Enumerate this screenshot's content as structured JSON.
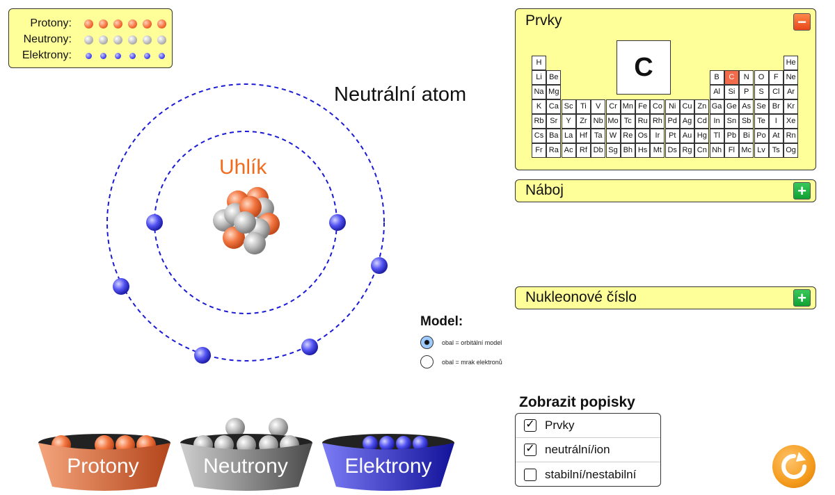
{
  "legend": {
    "protons_label": "Protony:",
    "neutrons_label": "Neutrony:",
    "electrons_label": "Elektrony:",
    "protons_count": 6,
    "neutrons_count": 6,
    "electrons_count": 6
  },
  "atom": {
    "status_title": "Neutrální atom",
    "element_name": "Uhlík"
  },
  "elements_panel": {
    "title": "Prvky",
    "toggle": "−",
    "selected_symbol": "C",
    "table": [
      {
        "s": "H",
        "r": 0,
        "c": 0
      },
      {
        "s": "He",
        "r": 0,
        "c": 17
      },
      {
        "s": "Li",
        "r": 1,
        "c": 0
      },
      {
        "s": "Be",
        "r": 1,
        "c": 1
      },
      {
        "s": "B",
        "r": 1,
        "c": 12
      },
      {
        "s": "C",
        "r": 1,
        "c": 13
      },
      {
        "s": "N",
        "r": 1,
        "c": 14
      },
      {
        "s": "O",
        "r": 1,
        "c": 15
      },
      {
        "s": "F",
        "r": 1,
        "c": 16
      },
      {
        "s": "Ne",
        "r": 1,
        "c": 17
      },
      {
        "s": "Na",
        "r": 2,
        "c": 0
      },
      {
        "s": "Mg",
        "r": 2,
        "c": 1
      },
      {
        "s": "Al",
        "r": 2,
        "c": 12
      },
      {
        "s": "Si",
        "r": 2,
        "c": 13
      },
      {
        "s": "P",
        "r": 2,
        "c": 14
      },
      {
        "s": "S",
        "r": 2,
        "c": 15
      },
      {
        "s": "Cl",
        "r": 2,
        "c": 16
      },
      {
        "s": "Ar",
        "r": 2,
        "c": 17
      },
      {
        "s": "K",
        "r": 3,
        "c": 0
      },
      {
        "s": "Ca",
        "r": 3,
        "c": 1
      },
      {
        "s": "Sc",
        "r": 3,
        "c": 2
      },
      {
        "s": "Ti",
        "r": 3,
        "c": 3
      },
      {
        "s": "V",
        "r": 3,
        "c": 4
      },
      {
        "s": "Cr",
        "r": 3,
        "c": 5
      },
      {
        "s": "Mn",
        "r": 3,
        "c": 6
      },
      {
        "s": "Fe",
        "r": 3,
        "c": 7
      },
      {
        "s": "Co",
        "r": 3,
        "c": 8
      },
      {
        "s": "Ni",
        "r": 3,
        "c": 9
      },
      {
        "s": "Cu",
        "r": 3,
        "c": 10
      },
      {
        "s": "Zn",
        "r": 3,
        "c": 11
      },
      {
        "s": "Ga",
        "r": 3,
        "c": 12
      },
      {
        "s": "Ge",
        "r": 3,
        "c": 13
      },
      {
        "s": "As",
        "r": 3,
        "c": 14
      },
      {
        "s": "Se",
        "r": 3,
        "c": 15
      },
      {
        "s": "Br",
        "r": 3,
        "c": 16
      },
      {
        "s": "Kr",
        "r": 3,
        "c": 17
      },
      {
        "s": "Rb",
        "r": 4,
        "c": 0
      },
      {
        "s": "Sr",
        "r": 4,
        "c": 1
      },
      {
        "s": "Y",
        "r": 4,
        "c": 2
      },
      {
        "s": "Zr",
        "r": 4,
        "c": 3
      },
      {
        "s": "Nb",
        "r": 4,
        "c": 4
      },
      {
        "s": "Mo",
        "r": 4,
        "c": 5
      },
      {
        "s": "Tc",
        "r": 4,
        "c": 6
      },
      {
        "s": "Ru",
        "r": 4,
        "c": 7
      },
      {
        "s": "Rh",
        "r": 4,
        "c": 8
      },
      {
        "s": "Pd",
        "r": 4,
        "c": 9
      },
      {
        "s": "Ag",
        "r": 4,
        "c": 10
      },
      {
        "s": "Cd",
        "r": 4,
        "c": 11
      },
      {
        "s": "In",
        "r": 4,
        "c": 12
      },
      {
        "s": "Sn",
        "r": 4,
        "c": 13
      },
      {
        "s": "Sb",
        "r": 4,
        "c": 14
      },
      {
        "s": "Te",
        "r": 4,
        "c": 15
      },
      {
        "s": "I",
        "r": 4,
        "c": 16
      },
      {
        "s": "Xe",
        "r": 4,
        "c": 17
      },
      {
        "s": "Cs",
        "r": 5,
        "c": 0
      },
      {
        "s": "Ba",
        "r": 5,
        "c": 1
      },
      {
        "s": "La",
        "r": 5,
        "c": 2
      },
      {
        "s": "Hf",
        "r": 5,
        "c": 3
      },
      {
        "s": "Ta",
        "r": 5,
        "c": 4
      },
      {
        "s": "W",
        "r": 5,
        "c": 5
      },
      {
        "s": "Re",
        "r": 5,
        "c": 6
      },
      {
        "s": "Os",
        "r": 5,
        "c": 7
      },
      {
        "s": "Ir",
        "r": 5,
        "c": 8
      },
      {
        "s": "Pt",
        "r": 5,
        "c": 9
      },
      {
        "s": "Au",
        "r": 5,
        "c": 10
      },
      {
        "s": "Hg",
        "r": 5,
        "c": 11
      },
      {
        "s": "Tl",
        "r": 5,
        "c": 12
      },
      {
        "s": "Pb",
        "r": 5,
        "c": 13
      },
      {
        "s": "Bi",
        "r": 5,
        "c": 14
      },
      {
        "s": "Po",
        "r": 5,
        "c": 15
      },
      {
        "s": "At",
        "r": 5,
        "c": 16
      },
      {
        "s": "Rn",
        "r": 5,
        "c": 17
      },
      {
        "s": "Fr",
        "r": 6,
        "c": 0
      },
      {
        "s": "Ra",
        "r": 6,
        "c": 1
      },
      {
        "s": "Ac",
        "r": 6,
        "c": 2
      },
      {
        "s": "Rf",
        "r": 6,
        "c": 3
      },
      {
        "s": "Db",
        "r": 6,
        "c": 4
      },
      {
        "s": "Sg",
        "r": 6,
        "c": 5
      },
      {
        "s": "Bh",
        "r": 6,
        "c": 6
      },
      {
        "s": "Hs",
        "r": 6,
        "c": 7
      },
      {
        "s": "Mt",
        "r": 6,
        "c": 8
      },
      {
        "s": "Ds",
        "r": 6,
        "c": 9
      },
      {
        "s": "Rg",
        "r": 6,
        "c": 10
      },
      {
        "s": "Cn",
        "r": 6,
        "c": 11
      },
      {
        "s": "Nh",
        "r": 6,
        "c": 12
      },
      {
        "s": "Fl",
        "r": 6,
        "c": 13
      },
      {
        "s": "Mc",
        "r": 6,
        "c": 14
      },
      {
        "s": "Lv",
        "r": 6,
        "c": 15
      },
      {
        "s": "Ts",
        "r": 6,
        "c": 16
      },
      {
        "s": "Og",
        "r": 6,
        "c": 17
      }
    ]
  },
  "charge_panel": {
    "title": "Náboj",
    "toggle": "+"
  },
  "mass_panel": {
    "title": "Nukleonové číslo",
    "toggle": "+"
  },
  "model": {
    "title": "Model:",
    "options": [
      {
        "label": "obal = orbitální model",
        "selected": true
      },
      {
        "label": "obal = mrak elektronů",
        "selected": false
      }
    ]
  },
  "show_labels": {
    "title": "Zobrazit popisky",
    "options": [
      {
        "label": "Prvky",
        "checked": true
      },
      {
        "label": "neutrální/ion",
        "checked": true
      },
      {
        "label": "stabilní/nestabilní",
        "checked": false
      }
    ]
  },
  "buckets": {
    "protons": "Protony",
    "neutrons": "Neutrony",
    "electrons": "Elektrony"
  },
  "colors": {
    "panel_bg": "#ffff99",
    "proton": "#f26b35",
    "neutron": "#b5b5b5",
    "electron": "#4a4af5",
    "orbit": "#1a1ad6",
    "selected_cell": "#f26b4a",
    "element_name": "#f26b1d"
  }
}
